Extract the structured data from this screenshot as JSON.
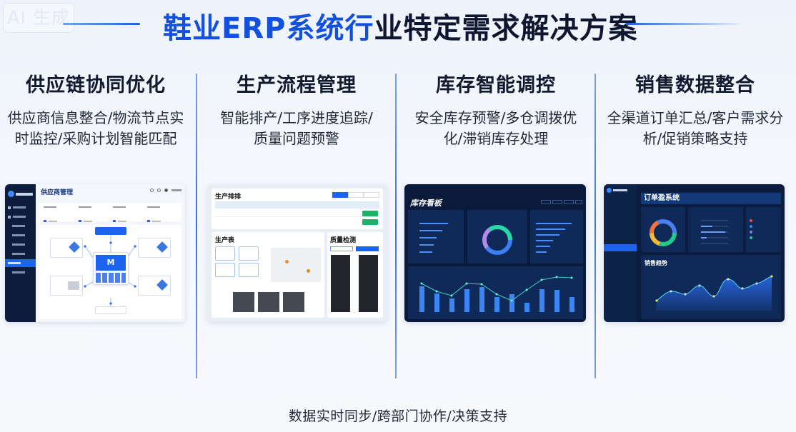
{
  "badge": {
    "label": "AI 生成"
  },
  "header": {
    "title_highlight": "鞋业ERP系统行",
    "title_rest": "业特定需求解决方案"
  },
  "columns": [
    {
      "title": "供应链协同优化",
      "desc_line1": "供应商信息整合/物流节点实",
      "desc_line2": "时监控/采购计划智能匹配",
      "screenshot": {
        "app_title": "供应商管理",
        "theme": "light",
        "center_logo": "M",
        "sidebar_items": 8,
        "active_sidebar_index": 6
      }
    },
    {
      "title": "生产流程管理",
      "desc_line1": "智能排产/工序进度追踪/",
      "desc_line2": "质量问题预警",
      "screenshot": {
        "panel_top_title": "生产排排",
        "panel_left_title": "生产表",
        "panel_right_title": "质量检测",
        "theme": "light"
      }
    },
    {
      "title": "库存智能调控",
      "desc_line1": "安全库存预警/多仓调拨优",
      "desc_line2": "化/滞销库存处理",
      "screenshot": {
        "app_title": "库存看板",
        "theme": "dark",
        "bar_values": [
          58,
          42,
          30,
          50,
          56,
          34,
          40,
          22,
          50,
          49,
          34
        ],
        "line_values": [
          64,
          48,
          38,
          64,
          63,
          38,
          24,
          52,
          73,
          80,
          79
        ]
      }
    },
    {
      "title": "销售数据整合",
      "desc_line1": "全渠道订单汇总/客户需求分",
      "desc_line2": "析/促销策略支持",
      "screenshot": {
        "app_title": "订单盈系统",
        "section_title": "销售趋势",
        "theme": "dark",
        "area_values": [
          20,
          38,
          33,
          52,
          33,
          78,
          56,
          66,
          84
        ],
        "legend_colors": [
          "#e8504a",
          "#2f8cf0",
          "#8f7cf0",
          "#22c49a"
        ]
      }
    }
  ],
  "footer": {
    "text": "数据实时同步/跨部门协作/决策支持"
  },
  "colors": {
    "accent": "#1450e0",
    "divider": "#3d72d8",
    "dark_panel": "#0f2a58",
    "cyan_line": "#38d6c8"
  }
}
